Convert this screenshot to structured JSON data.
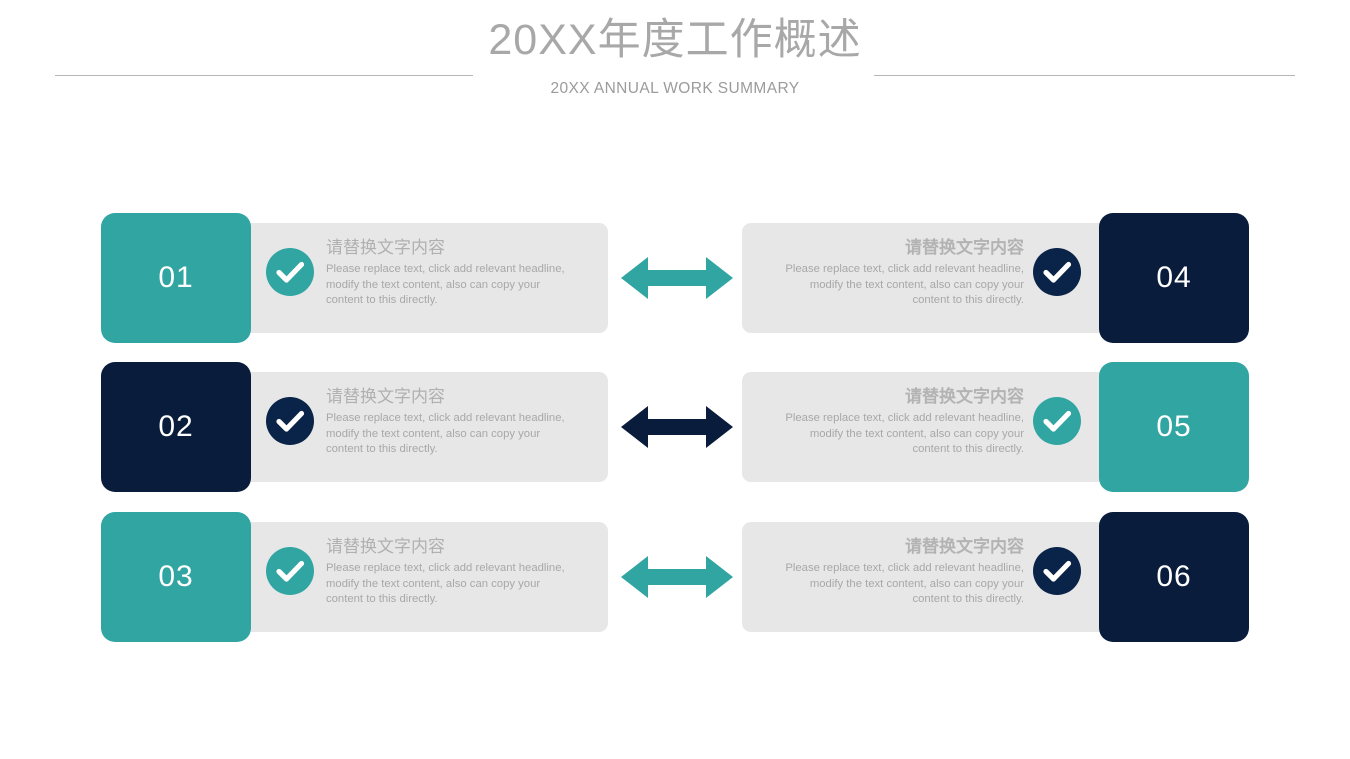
{
  "header": {
    "title": "20XX年度工作概述",
    "subtitle": "20XX ANNUAL WORK SUMMARY"
  },
  "colors": {
    "teal": "#31a5a2",
    "navy": "#0a1c3b",
    "panel_gray": "#e7e7e7",
    "text_gray": "#a8a8a8",
    "heading_gray": "#b0b0b0",
    "rule_gray": "#b6b6b6",
    "background": "#ffffff"
  },
  "rows": [
    {
      "arrow_color": "teal",
      "left": {
        "number": "01",
        "tile_color": "teal",
        "badge_color": "teal",
        "icon": "check-circle-icon",
        "heading": "请替换文字内容",
        "body": "Please replace text, click add relevant headline, modify the text content, also can copy your content to this directly."
      },
      "right": {
        "number": "04",
        "tile_color": "navy",
        "badge_color": "navy",
        "icon": "check-circle-icon",
        "heading": "请替换文字内容",
        "body": "Please replace text, click add relevant headline, modify the text content, also can copy your content to this directly."
      }
    },
    {
      "arrow_color": "navy",
      "left": {
        "number": "02",
        "tile_color": "navy",
        "badge_color": "navy",
        "icon": "check-circle-icon",
        "heading": "请替换文字内容",
        "body": "Please replace text, click add relevant headline, modify the text content, also can copy your content to this directly."
      },
      "right": {
        "number": "05",
        "tile_color": "teal",
        "badge_color": "teal",
        "icon": "check-circle-icon",
        "heading": "请替换文字内容",
        "body": "Please replace text, click add relevant headline, modify the text content, also can copy your content to this directly."
      }
    },
    {
      "arrow_color": "teal",
      "left": {
        "number": "03",
        "tile_color": "teal",
        "badge_color": "teal",
        "icon": "check-circle-icon",
        "heading": "请替换文字内容",
        "body": "Please replace text, click add relevant headline, modify the text content, also can copy your content to this directly."
      },
      "right": {
        "number": "06",
        "tile_color": "navy",
        "badge_color": "navy",
        "icon": "check-circle-icon",
        "heading": "请替换文字内容",
        "body": "Please replace text, click add relevant headline, modify the text content, also can copy your content to this directly."
      }
    }
  ]
}
